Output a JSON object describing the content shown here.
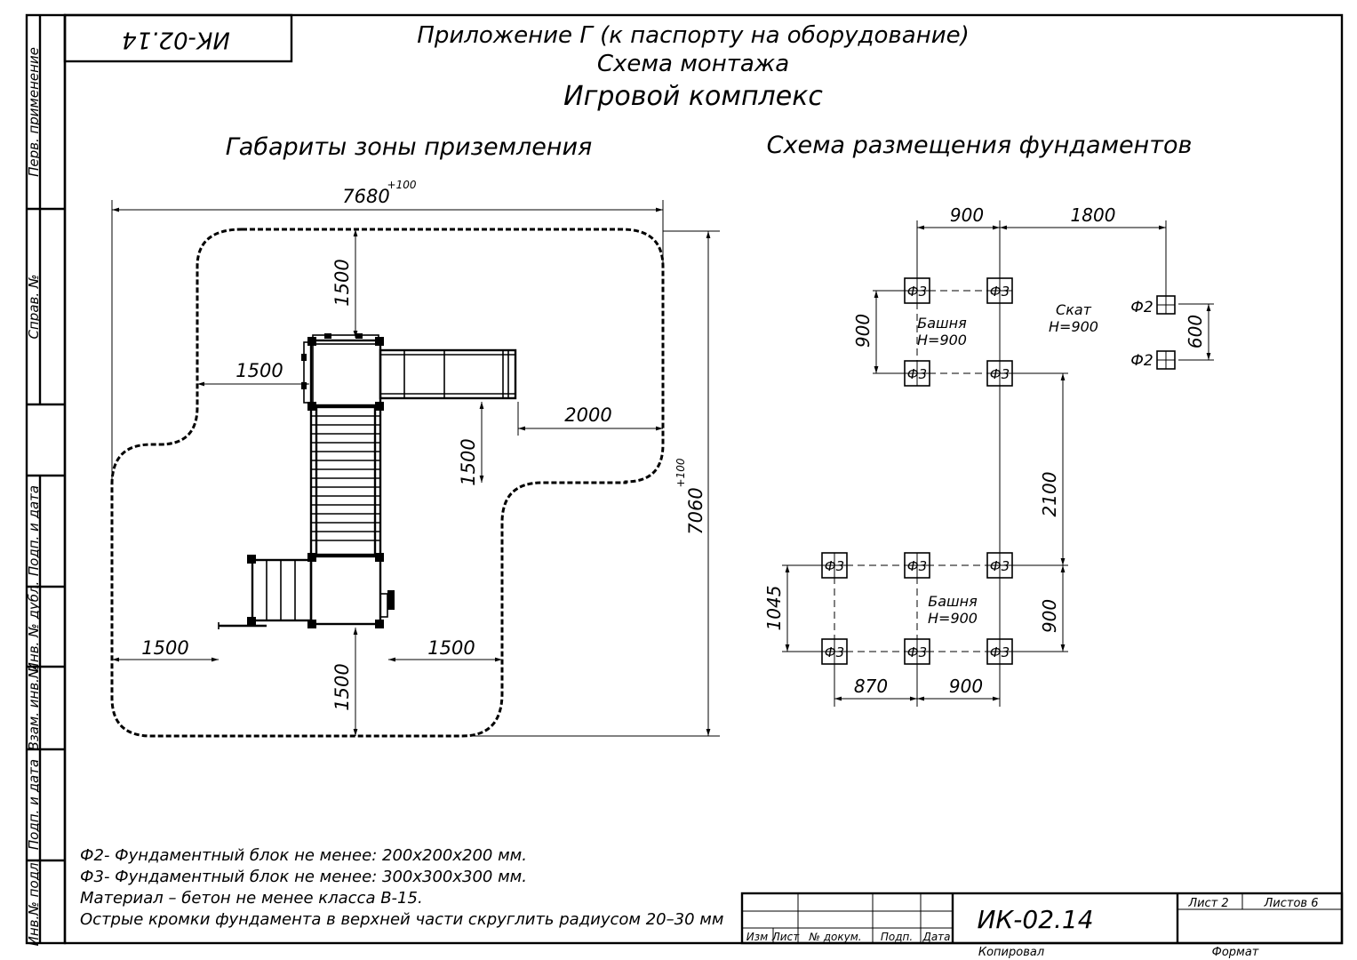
{
  "doc_code": "ИК-02.14",
  "titles": {
    "appendix": "Приложение Г (к паспорту на оборудование)",
    "scheme": "Схема монтажа",
    "product": "Игровой комплекс",
    "zone_title": "Габариты зоны приземления",
    "foundation_title": "Схема размещения фундаментов"
  },
  "side_stamps": [
    "Перв. применение",
    "Справ. №",
    "Подп. и дата",
    "Инв. № дубл.",
    "Взам. инв.№",
    "Подп. и дата",
    "Инв.№ подл."
  ],
  "zone": {
    "overall_width": "7680",
    "overall_height": "7060",
    "tolerance": "+100",
    "top_clearance": "1500",
    "left_clearance": "1500",
    "slide_clearance": "2000",
    "mid_clearance": "1500",
    "bottom_left_clearance": "1500",
    "bottom_right_clearance": "1500",
    "bottom_clearance": "1500"
  },
  "foundations": {
    "dims": {
      "top_left": "900",
      "top_right": "1800",
      "left_height": "900",
      "f2_gap": "600",
      "middle_span": "2100",
      "lower_right": "900",
      "lower_left": "1045",
      "bottom_left": "870",
      "bottom_right": "900"
    },
    "labels": {
      "f3": "Ф3",
      "f2": "Ф2",
      "tower": "Башня",
      "height": "Н=900",
      "slide": "Скат"
    }
  },
  "notes": [
    "Ф2- Фундаментный блок не менее: 200х200х200 мм.",
    "Ф3- Фундаментный блок не менее: 300х300х300 мм.",
    "Материал – бетон не менее класса В-15.",
    "Острые кромки фундамента в верхней части скруглить радиусом 20–30 мм"
  ],
  "title_block": {
    "code": "ИК-02.14",
    "sheet": "Лист 2",
    "sheets": "Листов 6",
    "izm": "Изм",
    "list": "Лист",
    "doc_no": "№ докум.",
    "sign": "Подп.",
    "date": "Дата",
    "copied": "Копировал",
    "format": "Формат"
  }
}
